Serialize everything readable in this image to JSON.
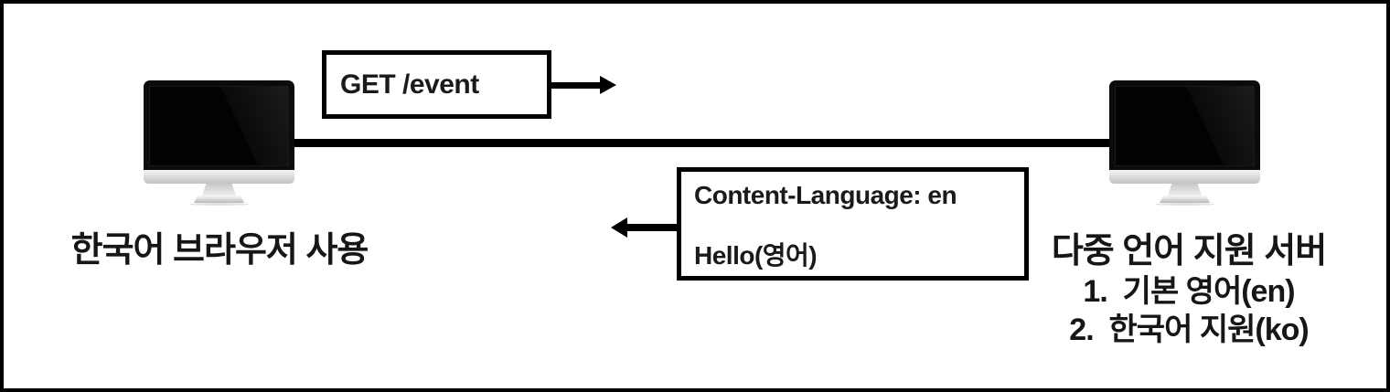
{
  "frame": {
    "background_color": "#ffffff",
    "border_color": "#000000"
  },
  "connection": {
    "line_color": "#000000"
  },
  "request": {
    "label": "GET /event",
    "arrow_direction": "right"
  },
  "response": {
    "header": "Content-Language: en",
    "body": "Hello(영어)",
    "arrow_direction": "left"
  },
  "client": {
    "caption": "한국어 브라우저 사용"
  },
  "server": {
    "caption": "다중 언어 지원 서버",
    "features": [
      "1.  기본 영어(en)",
      "2.  한국어 지원(ko)"
    ]
  },
  "icons": {
    "client_monitor": "imac-monitor",
    "server_monitor": "imac-monitor",
    "request_arrow": "arrow-right",
    "response_arrow": "arrow-left"
  }
}
